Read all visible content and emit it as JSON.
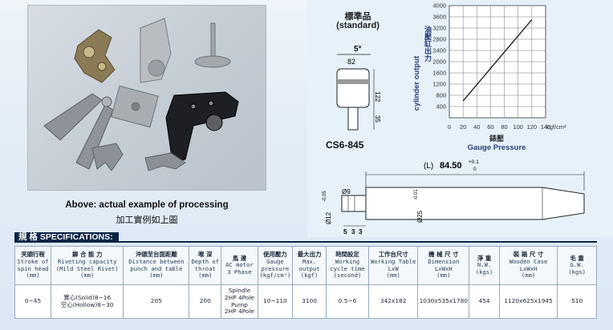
{
  "photo": {
    "caption_en": "Above: actual example of processing",
    "caption_zh": "加工實例如上圖"
  },
  "standard": {
    "title_zh": "標準品",
    "title_en": "(standard)",
    "model": "CS6-845",
    "dims": {
      "angle": "5°",
      "width": "82",
      "height": "122",
      "shaft": "35",
      "stroke_label": "(L)",
      "stroke_value": "84.50",
      "tol_plus": "+0.1",
      "tol_minus": "0",
      "rod_dia": "Ø9",
      "rod_dia_prefix": "Ø12",
      "rod_dia_tol": "-0.05",
      "body_dia": "Ø25",
      "body_dia_tol": "-0.01",
      "tip": [
        "5",
        "3",
        "3"
      ]
    }
  },
  "chart_data": {
    "type": "line",
    "ylabel": "cylinder output",
    "ylabel_zh": "油壓缸出力",
    "xlabel": "Gauge Pressure",
    "xlabel_zh": "錶壓",
    "x_unit": "kgf/cm²",
    "x_ticks": [
      "0",
      "20",
      "40",
      "60",
      "80",
      "100",
      "120",
      "140"
    ],
    "y_ticks": [
      "400",
      "800",
      "1200",
      "1600",
      "2000",
      "2400",
      "2800",
      "3200",
      "3600",
      "4000"
    ],
    "xlim": [
      0,
      140
    ],
    "ylim": [
      0,
      4000
    ],
    "grid": true,
    "series": [
      {
        "x": [
          20,
          120
        ],
        "y": [
          600,
          3500
        ]
      }
    ]
  },
  "specs": {
    "title": "規 格 SPECIFICATIONS:",
    "columns": [
      {
        "zh": "夾頭行程",
        "en": [
          "Stroke of",
          "spin head",
          "(mm)"
        ]
      },
      {
        "zh": "鉚 合 能 力",
        "en": [
          "Riveting capacity",
          "(Mild Steel Rivet)",
          "(mm)"
        ]
      },
      {
        "zh": "沖頭至台面距離",
        "en": [
          "Distance between",
          "punch and table",
          "(mm)"
        ]
      },
      {
        "zh": "喉 深",
        "en": [
          "Depth of",
          "throat",
          "(mm)"
        ]
      },
      {
        "zh": "馬 達",
        "en": [
          "AC motor",
          "3 Phase"
        ]
      },
      {
        "zh": "使用壓力",
        "en": [
          "Gauge",
          "pressure",
          "(kgf/cm²)"
        ]
      },
      {
        "zh": "最大出力",
        "en": [
          "Max.",
          "output",
          "(kgf)"
        ]
      },
      {
        "zh": "時間設定",
        "en": [
          "Working",
          "cycle time",
          "(second)"
        ]
      },
      {
        "zh": "工作台尺寸",
        "en": [
          "Working Table",
          "LxW",
          "(mm)"
        ]
      },
      {
        "zh": "機 械 尺 寸",
        "en": [
          "Dimension",
          "LxWxH",
          "(mm)"
        ]
      },
      {
        "zh": "淨 重",
        "en": [
          "N.W.",
          "(kgs)"
        ]
      },
      {
        "zh": "裝 箱 尺 寸",
        "en": [
          "Wooden Case",
          "LxWxH",
          "(mm)"
        ]
      },
      {
        "zh": "毛 重",
        "en": [
          "G.W.",
          "(kgs)"
        ]
      }
    ],
    "row": [
      [
        "0~45"
      ],
      [
        "實心(Solid)8~16",
        "空心(Hollow)8~30"
      ],
      [
        "205"
      ],
      [
        "200"
      ],
      [
        "Spindle",
        "2HP 4Pole",
        "Pump",
        "2HP 4Pole"
      ],
      [
        "10~110"
      ],
      [
        "3100"
      ],
      [
        "0.5~6"
      ],
      [
        "342x182"
      ],
      [
        "1030x535x1780"
      ],
      [
        "454"
      ],
      [
        "1120x625x1945"
      ],
      [
        "510"
      ]
    ]
  }
}
